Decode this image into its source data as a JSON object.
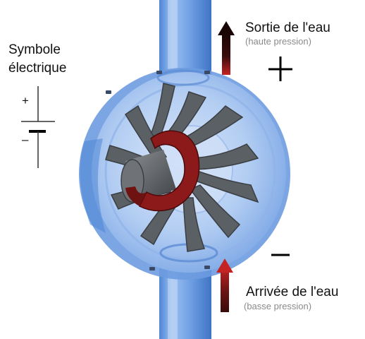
{
  "labels": {
    "symbol_line1": "Symbole",
    "symbol_line2": "électrique",
    "symbol_plus": "+",
    "symbol_minus": "–",
    "outlet_title": "Sortie de l'eau",
    "outlet_sub": "(haute pression)",
    "inlet_title": "Arrivée de l'eau",
    "inlet_sub": "(basse pression)"
  },
  "colors": {
    "pipe_blue": "#6f9fe3",
    "casing_blue": "#9fc0ee",
    "magnet_red": "#8c1a1a",
    "arrow_dark": "#2a0b0b",
    "vane_grey": "#555a5e"
  },
  "icons": {
    "outlet_arrow": "up-arrow-icon",
    "inlet_arrow": "up-arrow-icon",
    "plus_sign": "plus-icon",
    "minus_sign": "minus-icon"
  }
}
